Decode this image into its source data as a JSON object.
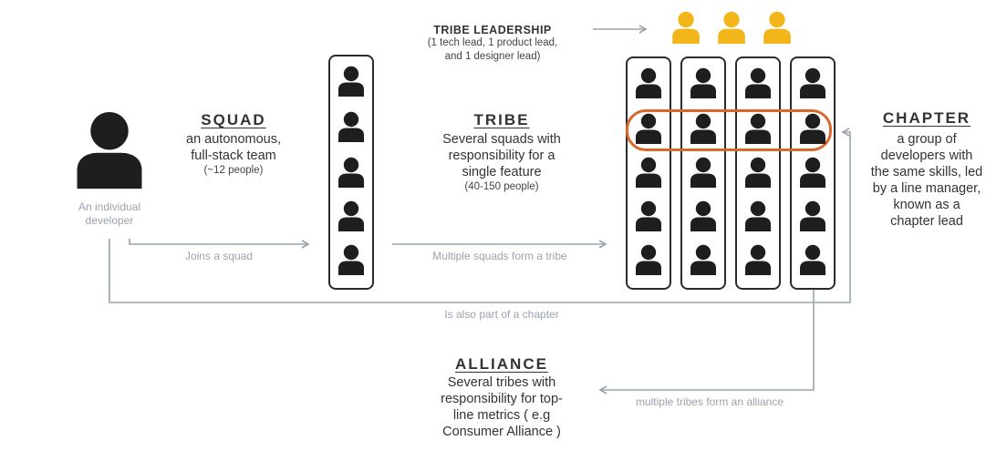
{
  "leadership": {
    "title": "TRIBE LEADERSHIP",
    "line1": "(1 tech lead, 1 product lead,",
    "line2": "and 1 designer lead)",
    "color": "#f3b61a"
  },
  "individual": {
    "line1": "An individual",
    "line2": "developer"
  },
  "squad": {
    "title": "SQUAD",
    "line1": "an autonomous,",
    "line2": "full-stack team",
    "size": "(~12 people)"
  },
  "tribe": {
    "title": "TRIBE",
    "line1": "Several squads with",
    "line2": "responsibility for a",
    "line3": "single feature",
    "size": "(40-150 people)"
  },
  "chapter": {
    "title": "CHAPTER",
    "line1": "a group of",
    "line2": "developers with",
    "line3": "the same skills, led",
    "line4": "by a line manager,",
    "line5": "known as a",
    "line6": "chapter lead",
    "highlight_color": "#d9692a"
  },
  "alliance": {
    "title": "ALLIANCE",
    "line1": "Several tribes with",
    "line2": "responsibility for top-",
    "line3": "line metrics ( e.g",
    "line4": "Consumer Alliance )"
  },
  "arrows": {
    "joins": "Joins a squad",
    "multiple_squads": "Multiple squads form a tribe",
    "chapter_part": "Is also part of a chapter",
    "alliance_form": "multiple tribes form an alliance",
    "color": "#9aa3ad"
  },
  "icons": {
    "person": "person-icon",
    "arrow": "arrow-right-icon"
  }
}
